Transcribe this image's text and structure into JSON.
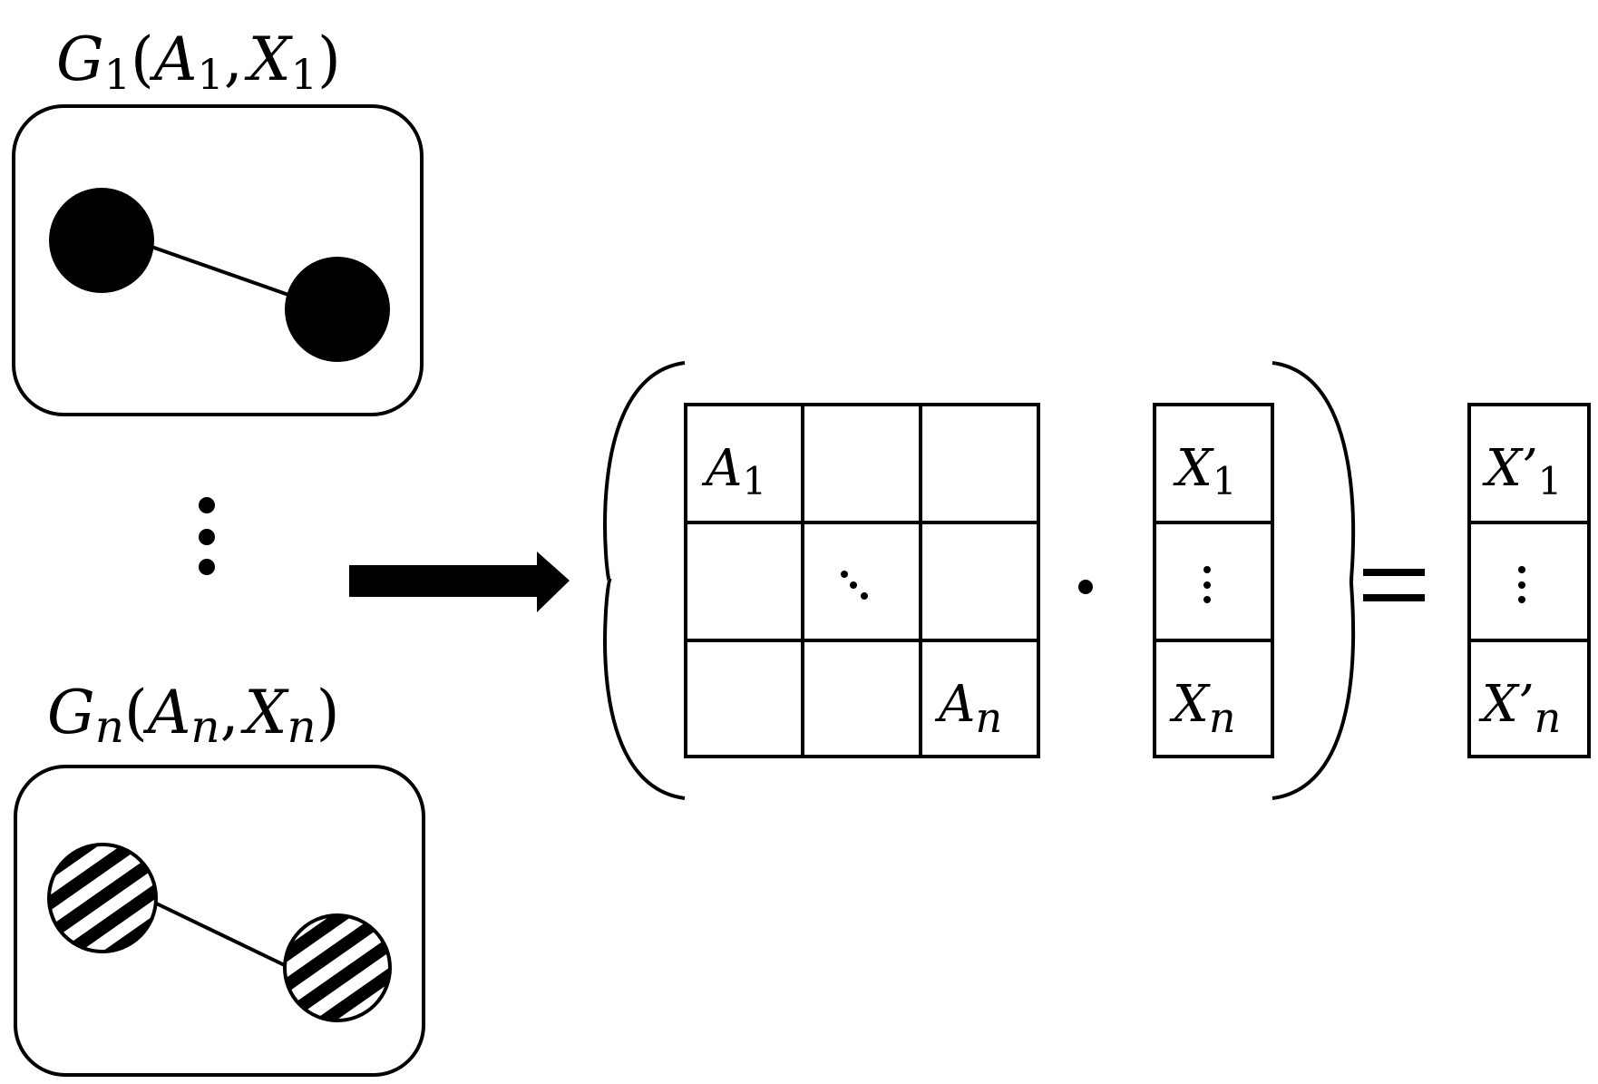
{
  "graph_top": {
    "label_main": "G",
    "label_sub": "1",
    "label_open": "(",
    "label_a": "A",
    "label_a_sub": "1",
    "label_comma": ",",
    "label_x": "X",
    "label_x_sub": "1",
    "label_close": ")",
    "node_fill": "#000000"
  },
  "graph_bottom": {
    "label_main": "G",
    "label_sub": "n",
    "label_open": "(",
    "label_a": "A",
    "label_a_sub": "n",
    "label_comma": ",",
    "label_x": "X",
    "label_x_sub": "n",
    "label_close": ")",
    "node_fill": "hatched"
  },
  "vertical_ellipsis": "⋮",
  "block_matrix": {
    "cell_top_left": "A",
    "cell_top_left_sub": "1",
    "cell_center": "⋱",
    "cell_bottom_right": "A",
    "cell_bottom_right_sub": "n"
  },
  "operator_dot": "·",
  "feature_vector": {
    "top": "X",
    "top_sub": "1",
    "middle": "⋮",
    "bottom": "X",
    "bottom_sub": "n"
  },
  "equals": "=",
  "output_vector": {
    "top": "X’",
    "top_sub": "1",
    "middle": "⋮",
    "bottom": "X’",
    "bottom_sub": "n"
  }
}
